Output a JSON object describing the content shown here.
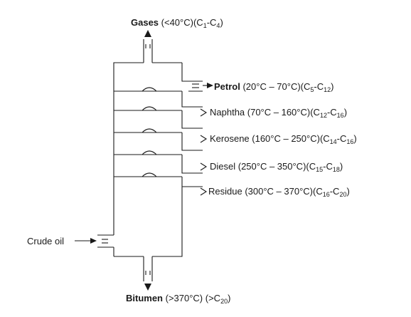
{
  "diagram": {
    "top_product": {
      "name": "Gases",
      "temp": " (<40°C)",
      "range_prefix": "(C",
      "range_sub_1": "1",
      "range_mid": "-C",
      "range_sub_2": "4",
      "range_suffix": ")"
    },
    "feed": {
      "name": "Crude oil"
    },
    "fractions": [
      {
        "name": "Petrol",
        "temp": " (20°C – 70°C)",
        "range_prefix": "(C",
        "range_sub_1": "5",
        "range_mid": "-C",
        "range_sub_2": "12",
        "range_suffix": ")"
      },
      {
        "name": "Naphtha",
        "temp": " (70°C – 160°C)",
        "range_prefix": "(C",
        "range_sub_1": "12",
        "range_mid": "-C",
        "range_sub_2": "16",
        "range_suffix": ")"
      },
      {
        "name": "Kerosene",
        "temp": " (160°C – 250°C)",
        "range_prefix": "(C",
        "range_sub_1": "14",
        "range_mid": "-C",
        "range_sub_2": "16",
        "range_suffix": ")"
      },
      {
        "name": "Diesel",
        "temp": " (250°C – 350°C)",
        "range_prefix": "(C",
        "range_sub_1": "15",
        "range_mid": "-C",
        "range_sub_2": "18",
        "range_suffix": ")"
      },
      {
        "name": "Residue",
        "temp": " (300°C – 370°C)",
        "range_prefix": "(C",
        "range_sub_1": "16",
        "range_mid": "-C",
        "range_sub_2": "20",
        "range_suffix": ")"
      }
    ],
    "bottom_product": {
      "name": "Bitumen",
      "temp": " (>370°C)  ",
      "range_prefix": "(>C",
      "range_sub_1": "20",
      "range_suffix": ")"
    }
  }
}
